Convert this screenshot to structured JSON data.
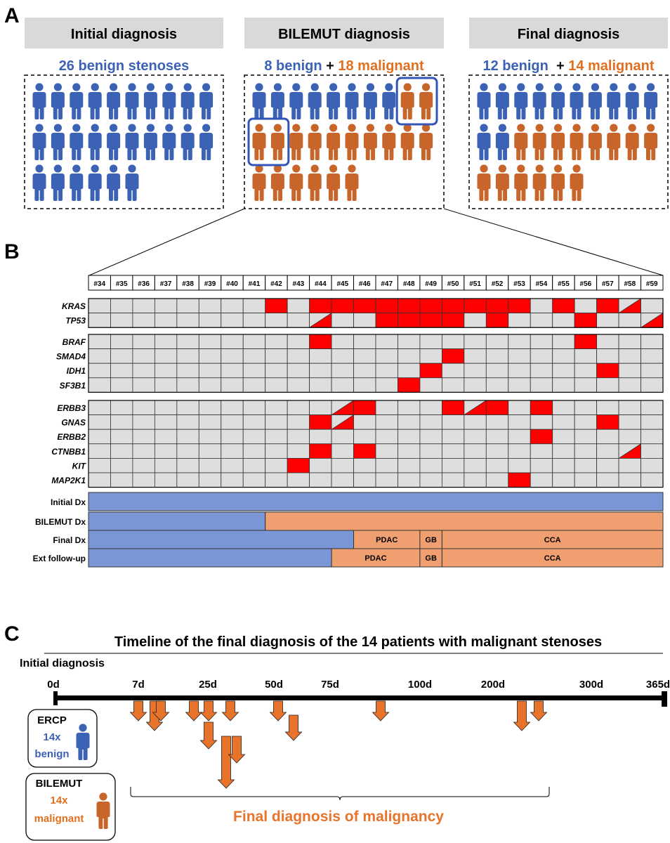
{
  "panelA": {
    "letter": "A",
    "boxes": [
      {
        "header": "Initial diagnosis",
        "title_parts": [
          {
            "text": "26 benign stenoses",
            "color": "#3B62B5"
          }
        ],
        "rows": [
          [
            "b",
            "b",
            "b",
            "b",
            "b",
            "b",
            "b",
            "b",
            "b",
            "b"
          ],
          [
            "b",
            "b",
            "b",
            "b",
            "b",
            "b",
            "b",
            "b",
            "b",
            "b"
          ],
          [
            "b",
            "b",
            "b",
            "b",
            "b",
            "b"
          ]
        ],
        "highlights": []
      },
      {
        "header": "BILEMUT diagnosis",
        "title_parts": [
          {
            "text": "8 benign",
            "color": "#3B62B5"
          },
          {
            "text": " + ",
            "color": "#111111"
          },
          {
            "text": "18 malignant",
            "color": "#E07020"
          }
        ],
        "rows": [
          [
            "b",
            "b",
            "b",
            "b",
            "b",
            "b",
            "b",
            "b",
            "m",
            "m"
          ],
          [
            "m",
            "m",
            "m",
            "m",
            "m",
            "m",
            "m",
            "m",
            "m",
            "m"
          ],
          [
            "m",
            "m",
            "m",
            "m",
            "m",
            "m"
          ]
        ],
        "highlights": [
          {
            "row": 0,
            "start": 8,
            "count": 2
          },
          {
            "row": 1,
            "start": 0,
            "count": 2
          }
        ]
      },
      {
        "header": "Final diagnosis",
        "title_parts": [
          {
            "text": "12 benign",
            "color": "#3B62B5"
          },
          {
            "text": "  + ",
            "color": "#111111"
          },
          {
            "text": "14 malignant",
            "color": "#E07020"
          }
        ],
        "rows": [
          [
            "b",
            "b",
            "b",
            "b",
            "b",
            "b",
            "b",
            "b",
            "b",
            "b"
          ],
          [
            "b",
            "b",
            "m",
            "m",
            "m",
            "m",
            "m",
            "m",
            "m",
            "m"
          ],
          [
            "m",
            "m",
            "m",
            "m",
            "m",
            "m"
          ]
        ],
        "highlights": []
      }
    ]
  },
  "panelB": {
    "letter": "B",
    "patients": [
      "#34",
      "#35",
      "#36",
      "#37",
      "#38",
      "#39",
      "#40",
      "#41",
      "#42",
      "#43",
      "#44",
      "#45",
      "#46",
      "#47",
      "#48",
      "#49",
      "#50",
      "#51",
      "#52",
      "#53",
      "#54",
      "#55",
      "#56",
      "#57",
      "#58",
      "#59"
    ],
    "gene_groups": [
      [
        {
          "gene": "KRAS",
          "full": [
            8,
            10,
            11,
            12,
            13,
            14,
            15,
            16,
            17,
            18,
            19,
            21,
            23
          ],
          "half": [
            24
          ]
        },
        {
          "gene": "TP53",
          "full": [
            13,
            14,
            15,
            16,
            18,
            22
          ],
          "half": [
            10,
            25
          ]
        }
      ],
      [
        {
          "gene": "BRAF",
          "full": [
            10,
            22
          ],
          "half": []
        },
        {
          "gene": "SMAD4",
          "full": [
            16
          ],
          "half": []
        },
        {
          "gene": "IDH1",
          "full": [
            15,
            23
          ],
          "half": []
        },
        {
          "gene": "SF3B1",
          "full": [
            14
          ],
          "half": []
        }
      ],
      [
        {
          "gene": "ERBB3",
          "full": [
            12,
            16,
            18,
            20
          ],
          "half": [
            11,
            17
          ]
        },
        {
          "gene": "GNAS",
          "full": [
            10,
            23
          ],
          "half": [
            11
          ]
        },
        {
          "gene": "ERBB2",
          "full": [
            20
          ],
          "half": []
        },
        {
          "gene": "CTNBB1",
          "full": [
            10,
            12
          ],
          "half": [
            24
          ]
        },
        {
          "gene": "KIT",
          "full": [
            9
          ],
          "half": []
        },
        {
          "gene": "MAP2K1",
          "full": [
            19
          ],
          "half": []
        }
      ]
    ],
    "dx_rows": [
      {
        "label": "Initial Dx",
        "segments": [
          {
            "from": 0,
            "to": 26,
            "kind": "benign",
            "label": ""
          }
        ]
      },
      {
        "label": "BILEMUT Dx",
        "segments": [
          {
            "from": 0,
            "to": 8,
            "kind": "benign",
            "label": ""
          },
          {
            "from": 8,
            "to": 26,
            "kind": "malignant",
            "label": ""
          }
        ]
      },
      {
        "label": "Final Dx",
        "segments": [
          {
            "from": 0,
            "to": 12,
            "kind": "benign",
            "label": ""
          },
          {
            "from": 12,
            "to": 15,
            "kind": "malignant",
            "label": "PDAC"
          },
          {
            "from": 15,
            "to": 16,
            "kind": "malignant",
            "label": "GB"
          },
          {
            "from": 16,
            "to": 26,
            "kind": "malignant",
            "label": "CCA"
          }
        ]
      },
      {
        "label": "Ext follow-up",
        "segments": [
          {
            "from": 0,
            "to": 11,
            "kind": "benign",
            "label": ""
          },
          {
            "from": 11,
            "to": 15,
            "kind": "malignant",
            "label": "PDAC"
          },
          {
            "from": 15,
            "to": 16,
            "kind": "malignant",
            "label": "GB"
          },
          {
            "from": 16,
            "to": 26,
            "kind": "malignant",
            "label": "CCA"
          }
        ]
      }
    ]
  },
  "panelC": {
    "letter": "C",
    "title": "Timeline of the final diagnosis of the 14 patients with malignant stenoses",
    "start_label": "Initial diagnosis",
    "ticks": [
      "0d",
      "7d",
      "25d",
      "50d",
      "75d",
      "100d",
      "200d",
      "300d",
      "365d"
    ],
    "ercp": {
      "title": "ERCP",
      "count": "14x",
      "status": "benign"
    },
    "bilemut": {
      "title": "BILEMUT",
      "count": "14x",
      "status": "malignant"
    },
    "caption": "Final diagnosis of malignancy"
  },
  "colors": {
    "benign": "#3B62B5",
    "malignant": "#C8652A",
    "orange_text": "#E07020",
    "benign_bar": "#7B96D6",
    "malignant_bar": "#F0A070",
    "cell_grey": "#DEDEDE",
    "mutation_red": "#FF0000",
    "header_grey": "#D9D9D9",
    "arrow_orange": "#E8732A"
  }
}
